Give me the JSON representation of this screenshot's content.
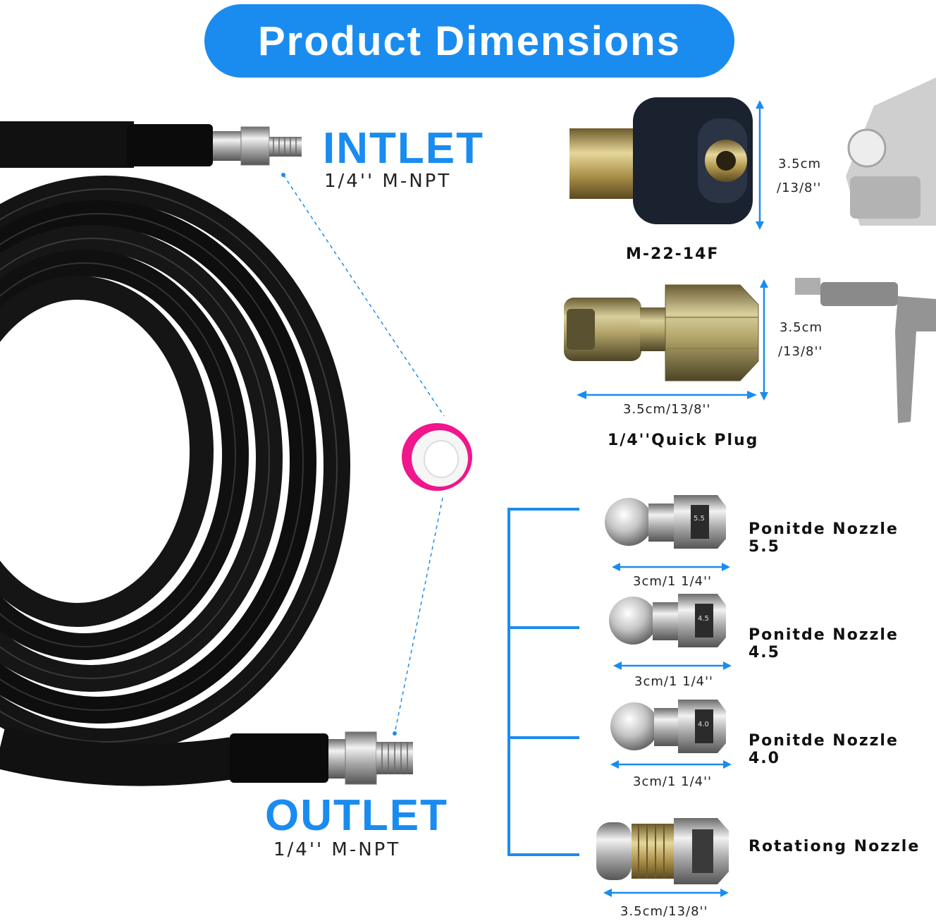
{
  "title": "Product Dimensions",
  "colors": {
    "accent": "#1a8cf0",
    "tape": "#f0168c",
    "hose": "#111111"
  },
  "inlet": {
    "label": "INTLET",
    "spec": "1/4'' M-NPT"
  },
  "outlet": {
    "label": "OUTLET",
    "spec": "1/4'' M-NPT"
  },
  "adapters": [
    {
      "name": "M-22-14F",
      "height": "3.5cm",
      "height_in": "/13/8''"
    },
    {
      "name": "1/4''Quick Plug",
      "height": "3.5cm",
      "height_in": "/13/8''",
      "width": "3.5cm/13/8''"
    }
  ],
  "nozzles": [
    {
      "name": "Ponitde Nozzle 5.5",
      "width": "3cm/1 1/4''",
      "mark": "5.5"
    },
    {
      "name": "Ponitde Nozzle 4.5",
      "width": "3cm/1 1/4''",
      "mark": "4.5"
    },
    {
      "name": "Ponitde Nozzle 4.0",
      "width": "3cm/1 1/4''",
      "mark": "4.0"
    },
    {
      "name": "Rotationg Nozzle",
      "width": "3.5cm/13/8''"
    }
  ]
}
